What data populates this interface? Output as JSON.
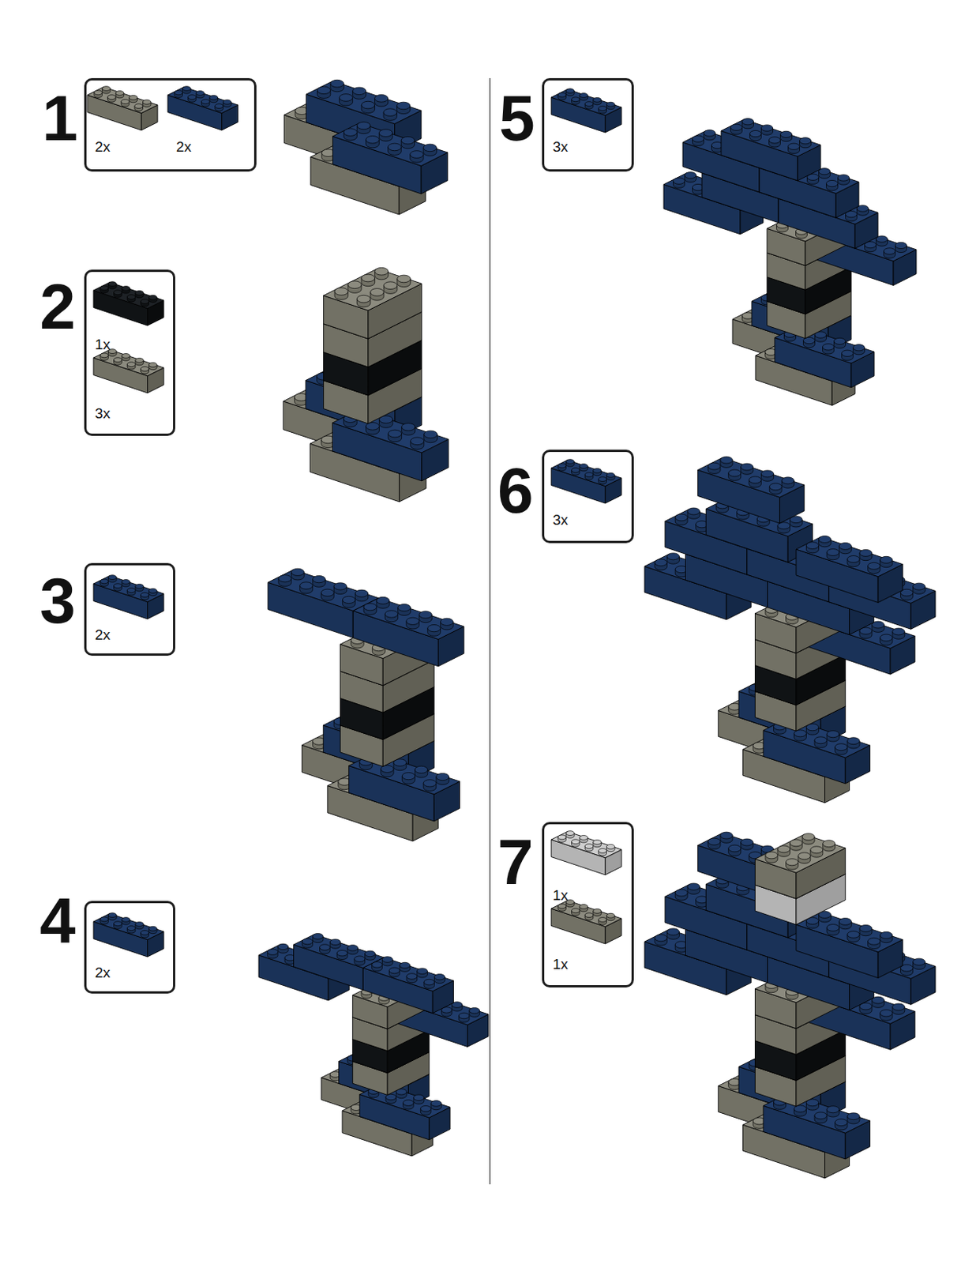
{
  "diagram": {
    "nodes": [
      {
        "text": [
          "2x",
          "2x"
        ]
      },
      {
        "text": [
          "1x",
          "3x"
        ]
      },
      {
        "text": [
          "2x"
        ]
      },
      {
        "text": [
          "2x"
        ]
      },
      {
        "text": [
          "3x"
        ]
      },
      {
        "text": [
          "3x"
        ]
      },
      {
        "text": [
          "1x",
          "1x"
        ]
      }
    ],
    "labels": [
      "1",
      "2",
      "3",
      "4",
      "5",
      "6",
      "7"
    ]
  }
}
